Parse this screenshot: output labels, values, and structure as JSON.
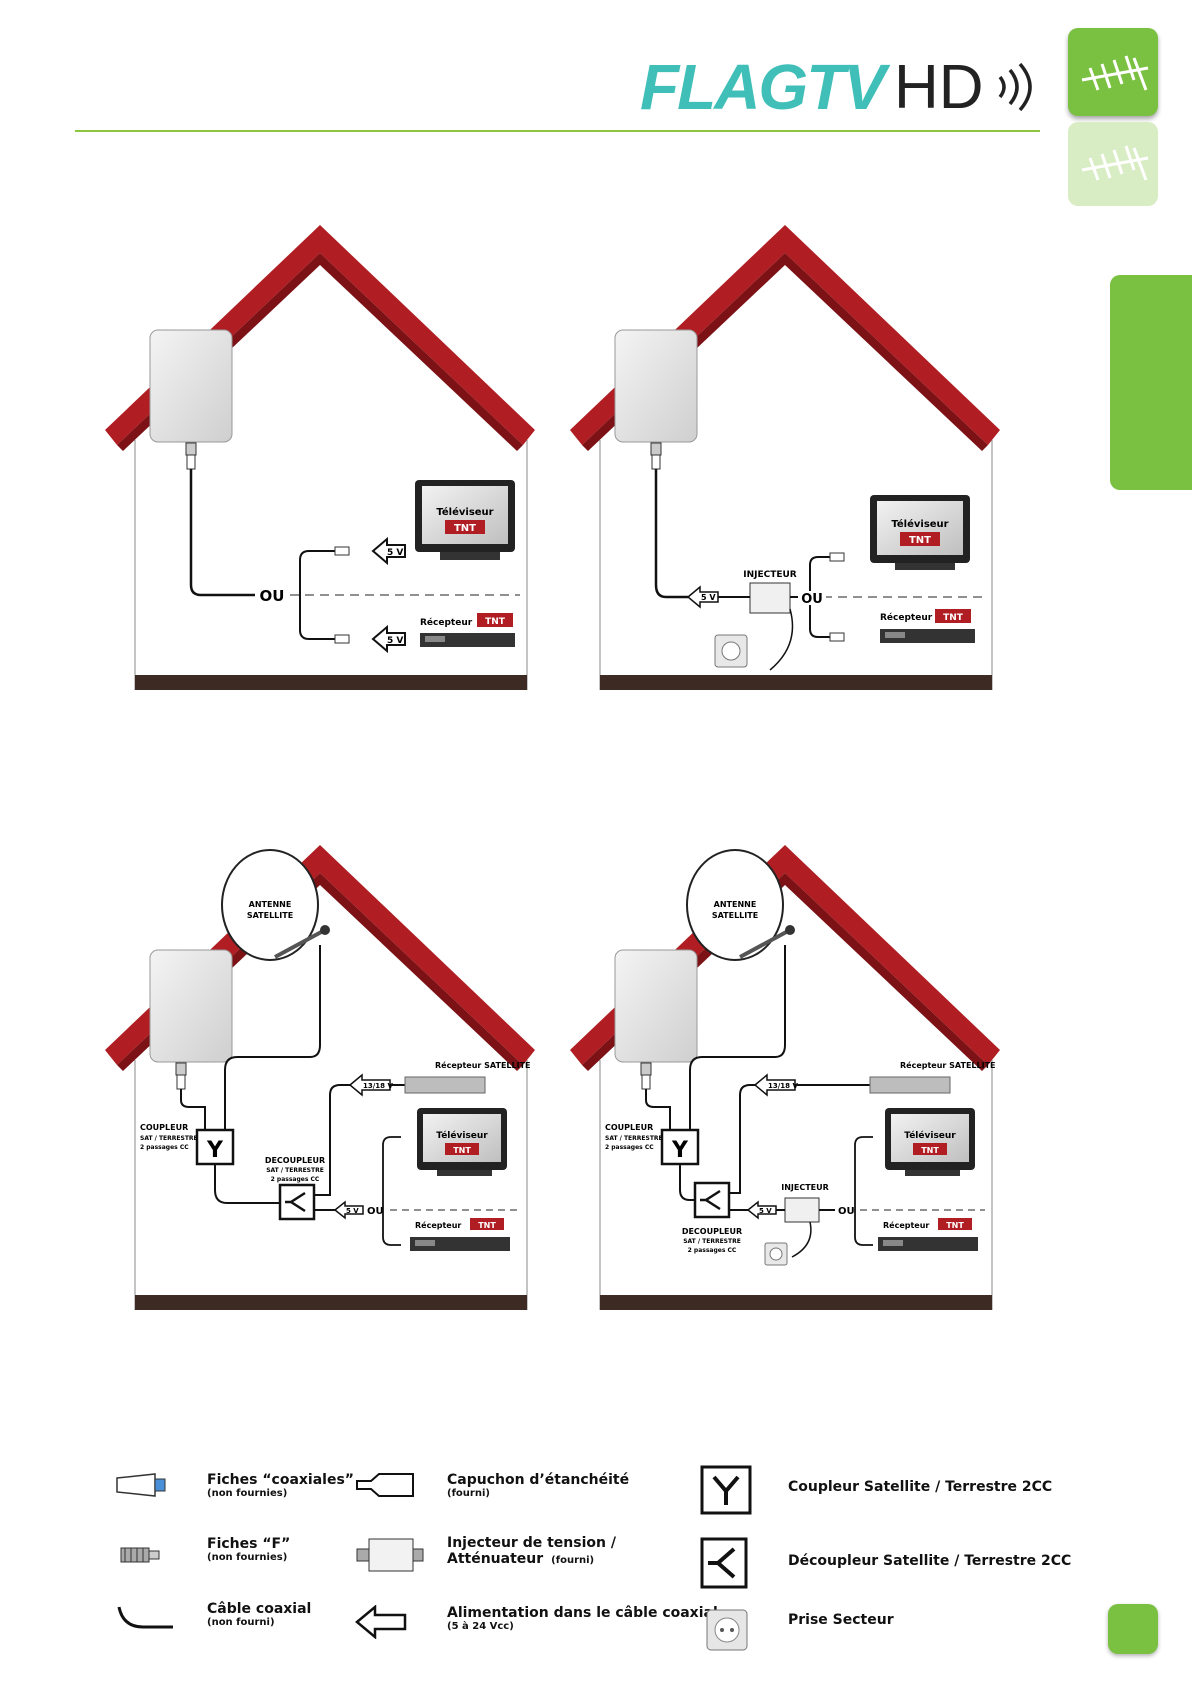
{
  "header": {
    "logo_flag": "FLAGTV",
    "logo_hd": "HD",
    "accent_color": "#7ac142",
    "logo_color": "#3fbfb8"
  },
  "side_tabs": [
    {
      "icon": "antenna-icon",
      "active": true
    },
    {
      "icon": "antenna-icon",
      "active": false
    }
  ],
  "diagrams": {
    "d1": {
      "tv_label": "Téléviseur",
      "tnt_badge": "TNT",
      "receiver_label": "Récepteur",
      "or_label": "OU",
      "volt_tv": "5 V",
      "volt_receiver": "5 V"
    },
    "d2": {
      "tv_label": "Téléviseur",
      "tnt_badge": "TNT",
      "receiver_label": "Récepteur",
      "or_label": "OU",
      "injector_label": "INJECTEUR",
      "volt": "5 V"
    },
    "d3": {
      "dish_label_1": "ANTENNE",
      "dish_label_2": "SATELLITE",
      "coupler_label": "COUPLEUR",
      "coupler_sub_1": "SAT / TERRESTRE",
      "coupler_sub_2": "2 passages CC",
      "decoupler_label": "DECOUPLEUR",
      "decoupler_sub_1": "SAT / TERRESTRE",
      "decoupler_sub_2": "2 passages CC",
      "sat_receiver_label": "Récepteur SATELLITE",
      "volt_sat": "13/18 V",
      "volt": "5 V",
      "or_label": "OU",
      "tv_label": "Téléviseur",
      "tnt_badge": "TNT",
      "receiver_label": "Récepteur"
    },
    "d4": {
      "dish_label_1": "ANTENNE",
      "dish_label_2": "SATELLITE",
      "coupler_label": "COUPLEUR",
      "coupler_sub_1": "SAT / TERRESTRE",
      "coupler_sub_2": "2 passages CC",
      "decoupler_label": "DECOUPLEUR",
      "decoupler_sub_1": "SAT / TERRESTRE",
      "decoupler_sub_2": "2 passages CC",
      "sat_receiver_label": "Récepteur SATELLITE",
      "volt_sat": "13/18 V",
      "injector_label": "INJECTEUR",
      "volt": "5 V",
      "or_label": "OU",
      "tv_label": "Téléviseur",
      "tnt_badge": "TNT",
      "receiver_label": "Récepteur"
    }
  },
  "legend": [
    {
      "title": "Fiches “coaxiales”",
      "sub": "(non fournies)"
    },
    {
      "title": "Capuchon d’étanchéité",
      "sub": "(fourni)"
    },
    {
      "title": "Coupleur Satellite / Terrestre 2CC",
      "sub": ""
    },
    {
      "title": "Fiches “F”",
      "sub": "(non fournies)"
    },
    {
      "title": "Injecteur de tension /",
      "title2": "Atténuateur",
      "sub": "(fourni)"
    },
    {
      "title": "Découpleur Satellite / Terrestre 2CC",
      "sub": ""
    },
    {
      "title": "Câble coaxial",
      "sub": "(non fourni)"
    },
    {
      "title": "Alimentation dans le câble coaxial",
      "sub": "(5 à 24 Vcc)"
    },
    {
      "title": "Prise Secteur",
      "sub": ""
    }
  ],
  "colors": {
    "roof": "#b01e23",
    "roof_dark": "#7d1216",
    "floor": "#3d2a22",
    "wall_line": "#888888"
  }
}
